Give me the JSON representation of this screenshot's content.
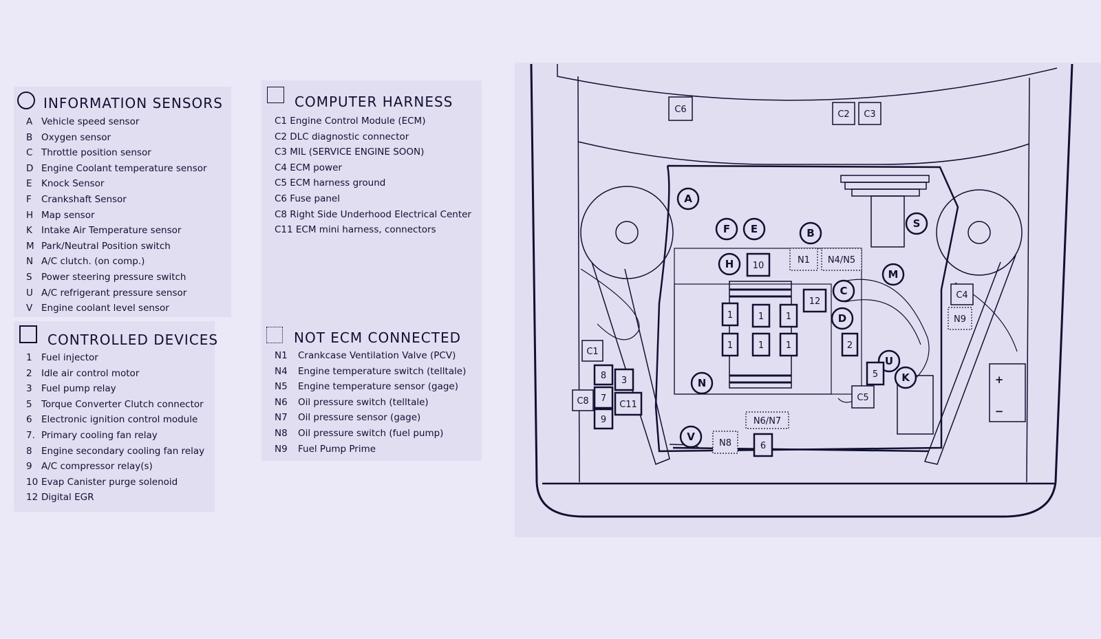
{
  "information_sensors": {
    "title": "INFORMATION SENSORS",
    "items": [
      {
        "code": "A",
        "label": "Vehicle speed sensor"
      },
      {
        "code": "B",
        "label": "Oxygen sensor"
      },
      {
        "code": "C",
        "label": "Throttle position sensor"
      },
      {
        "code": "D",
        "label": "Engine Coolant temperature sensor"
      },
      {
        "code": "E",
        "label": "Knock Sensor"
      },
      {
        "code": "F",
        "label": "Crankshaft Sensor"
      },
      {
        "code": "H",
        "label": "Map sensor"
      },
      {
        "code": "K",
        "label": "Intake Air Temperature sensor"
      },
      {
        "code": "M",
        "label": "Park/Neutral Position switch"
      },
      {
        "code": "N",
        "label": "A/C clutch. (on comp.)"
      },
      {
        "code": "S",
        "label": "Power steering pressure switch"
      },
      {
        "code": "U",
        "label": "A/C refrigerant pressure sensor"
      },
      {
        "code": "V",
        "label": "Engine coolant level sensor"
      }
    ]
  },
  "controlled_devices": {
    "title": "CONTROLLED DEVICES",
    "items": [
      {
        "code": "1",
        "label": "Fuel injector"
      },
      {
        "code": "2",
        "label": "Idle air control motor"
      },
      {
        "code": "3",
        "label": "Fuel pump relay"
      },
      {
        "code": "5",
        "label": "Torque Converter Clutch connector"
      },
      {
        "code": "6",
        "label": "Electronic ignition control module"
      },
      {
        "code": "7.",
        "label": "Primary cooling fan relay"
      },
      {
        "code": "8",
        "label": "Engine secondary cooling fan relay"
      },
      {
        "code": "9",
        "label": "A/C compressor relay(s)"
      },
      {
        "code": "10",
        "label": "Evap Canister purge solenoid"
      },
      {
        "code": "12",
        "label": "Digital EGR"
      }
    ]
  },
  "computer_harness": {
    "title": "COMPUTER HARNESS",
    "items": [
      "C1 Engine Control Module (ECM)",
      "C2 DLC diagnostic connector",
      "C3 MIL (SERVICE ENGINE SOON)",
      "C4 ECM power",
      "C5 ECM harness ground",
      "C6 Fuse panel",
      "C8 Right Side Underhood Electrical  Center",
      "C11 ECM mini harness, connectors"
    ]
  },
  "not_ecm_connected": {
    "title": "NOT ECM CONNECTED",
    "items": [
      {
        "code": "N1",
        "label": "Crankcase Ventilation Valve (PCV)"
      },
      {
        "code": "N4",
        "label": "Engine temperature switch (telltale)"
      },
      {
        "code": "N5",
        "label": "Engine temperature sensor (gage)"
      },
      {
        "code": "N6",
        "label": "Oil pressure switch (telltale)"
      },
      {
        "code": "N7",
        "label": "Oil pressure sensor (gage)"
      },
      {
        "code": "N8",
        "label": "Oil pressure switch (fuel pump)"
      },
      {
        "code": "N9",
        "label": "Fuel Pump Prime"
      }
    ]
  },
  "diagram": {
    "circles": {
      "A": "A",
      "B": "B",
      "C": "C",
      "D": "D",
      "E": "E",
      "F": "F",
      "H": "H",
      "K": "K",
      "M": "M",
      "N": "N",
      "S": "S",
      "U": "U",
      "V": "V"
    },
    "squares": {
      "c1": "C1",
      "c2": "C2",
      "c3": "C3",
      "c4": "C4",
      "c5": "C5",
      "c6": "C6",
      "c8": "C8",
      "c11": "C11",
      "d1": "1",
      "d2": "2",
      "d3": "3",
      "d5": "5",
      "d6": "6",
      "d7": "7",
      "d8": "8",
      "d9": "9",
      "d10": "10",
      "d12": "12"
    },
    "dotted": {
      "n1": "N1",
      "n45": "N4/N5",
      "n67": "N6/N7",
      "n8": "N8",
      "n9": "N9"
    },
    "battery": {
      "plus": "+",
      "minus": "−"
    }
  }
}
